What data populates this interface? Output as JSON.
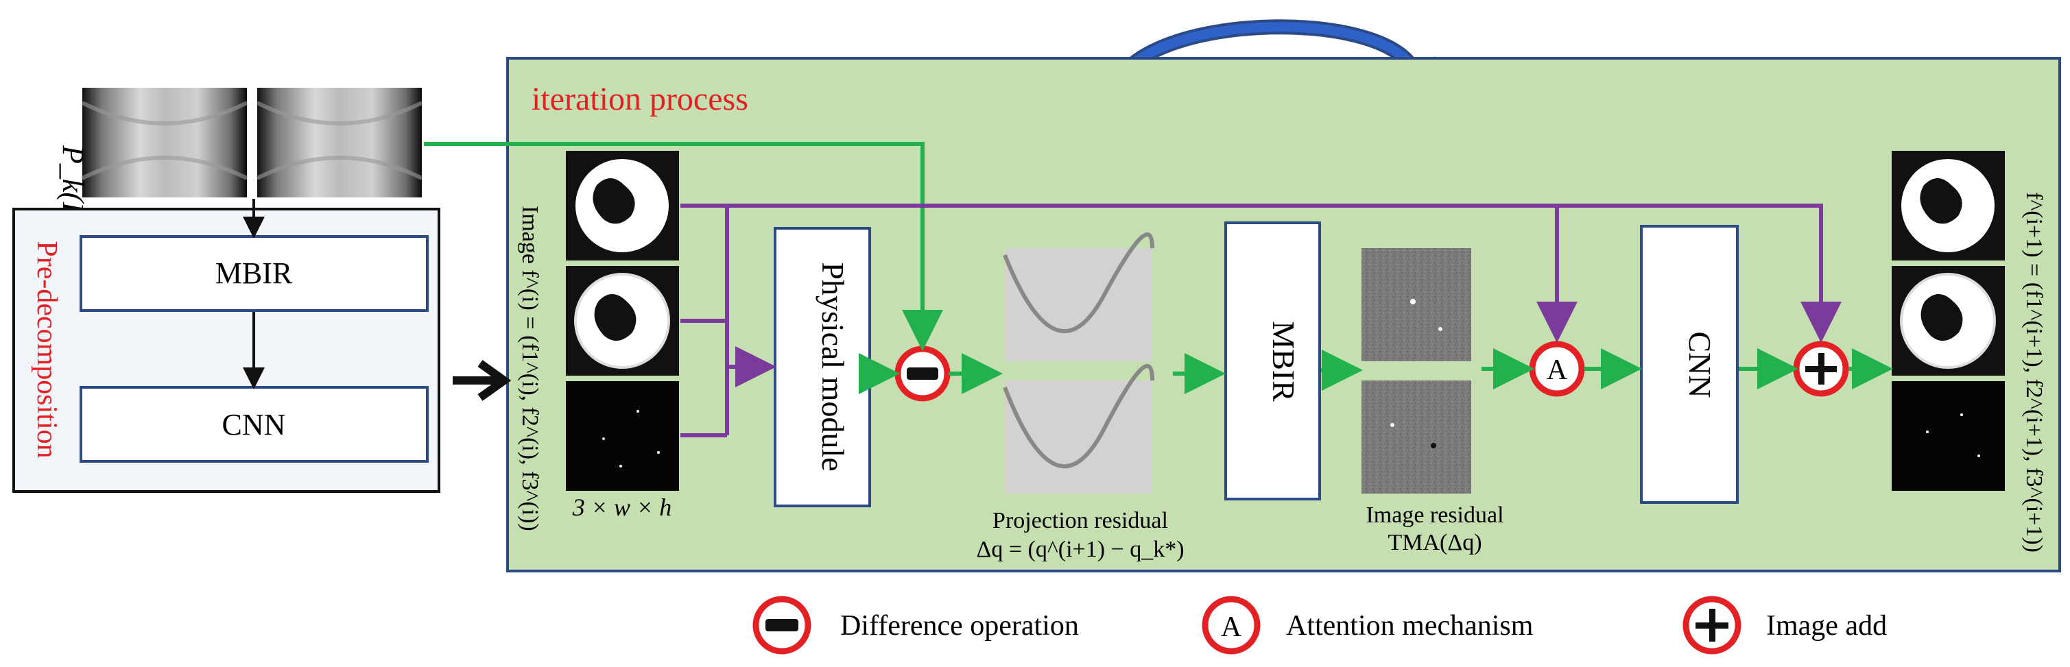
{
  "colors": {
    "panel_fill": "#c5dfb1",
    "panel_border": "#2b4a86",
    "predecomp_fill": "#f2f5fa",
    "box_border": "#2b4a86",
    "green_arrow": "#22b14c",
    "purple_arrow": "#7a3b9a",
    "red_circle": "#e32124",
    "title_red": "#e32124",
    "loop_arrow": "#2b4a86"
  },
  "input": {
    "label": "P_k(L)"
  },
  "predecomposition": {
    "label": "Pre-decomposition",
    "mbir_label": "MBIR",
    "cnn_label": "CNN"
  },
  "iteration": {
    "title": "iteration process",
    "image_label": "Image f^(i) = (f1^(i), f2^(i), f3^(i))",
    "dims_label": "3 × w × h",
    "physical_module_label": "Physical module",
    "projection_residual_label": "Projection residual",
    "projection_residual_formula": "Δq = (q^(i+1) − q_k*)",
    "mbir_label": "MBIR",
    "image_residual_label": "Image residual",
    "image_residual_formula": "TMA(Δq)",
    "attention_symbol": "A",
    "cnn_label": "CNN",
    "output_label": "f^(i+1) = (f1^(i+1), f2^(i+1), f3^(i+1))"
  },
  "legend": [
    {
      "symbol": "minus",
      "label": "Difference operation"
    },
    {
      "symbol": "A",
      "label": "Attention mechanism"
    },
    {
      "symbol": "plus",
      "label": "Image add"
    }
  ]
}
